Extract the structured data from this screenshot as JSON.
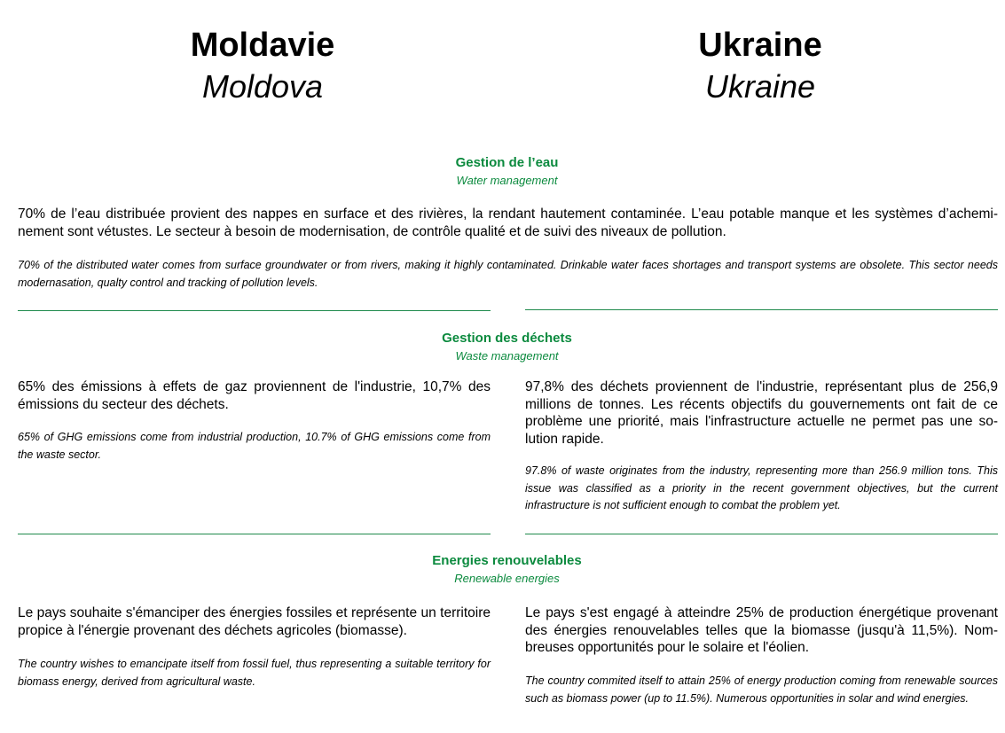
{
  "columns": {
    "left": {
      "name_fr": "Moldavie",
      "name_en": "Moldova"
    },
    "right": {
      "name_fr": "Ukraine",
      "name_en": "Ukraine"
    }
  },
  "sections": {
    "water": {
      "title_fr": "Gestion de l’eau",
      "title_en": "Water management",
      "text_fr": "70% de l’eau distribuée provient des nappes en surface et des rivières, la rendant hautement contaminée. L’eau potable manque et les systèmes d’achemi­nement sont vétustes. Le secteur à besoin de modernisation, de contrôle qualité et de suivi des niveaux de pollution.",
      "text_en": "70% of the distributed water comes from surface groundwater or from rivers, making it highly contaminated. Drinkable water faces shortages and  transport systems are obsolete. This sector needs modernasation, qualty control and tracking of pollution levels."
    },
    "waste": {
      "title_fr": "Gestion des déchets",
      "title_en": "Waste management",
      "left_fr": "65% des émissions à effets de gaz proviennent de l'industrie, 10,7% des émissions du secteur des déchets.",
      "left_en": "65% of GHG emissions come from industrial production, 10.7% of GHG emissions come from the waste sector.",
      "right_fr": "97,8% des déchets proviennent de l'industrie, représentant plus de 256,9 millions de tonnes. Les récents objectifs du gouvernements ont fait de ce problème une priorité, mais l'infrastructure actuelle ne permet pas une so­lution rapide.",
      "right_en": "97.8% of waste originates from the industry, representing more than 256.9 million tons. This issue was classified as a priority in the recent government objectives, but the current infrastructure is not sufficient enough to combat the problem yet."
    },
    "energy": {
      "title_fr": "Energies renouvelables",
      "title_en": "Renewable energies",
      "left_fr": "Le pays souhaite s'émanciper des énergies fossiles et représente un territoire propice à l'énergie provenant des déchets agricoles (biomasse).",
      "left_en": "The country wishes to emancipate itself from fossil fuel, thus representing a suitable territory for biomass energy, derived from agricultural waste.",
      "right_fr": "Le pays s'est engagé à atteindre 25% de production énergétique provenant des énergies renouvelables telles que la biomasse (jusqu'à 11,5%). Nom­breuses opportunités pour le solaire et l'éolien.",
      "right_en": "The country commited itself to attain 25% of energy production coming from renewable sources such as biomass power (up to 11.5%). Numerous opportunities in solar and wind energies."
    }
  },
  "colors": {
    "accent": "#0b8a3e",
    "rule": "#1f8a4c"
  }
}
